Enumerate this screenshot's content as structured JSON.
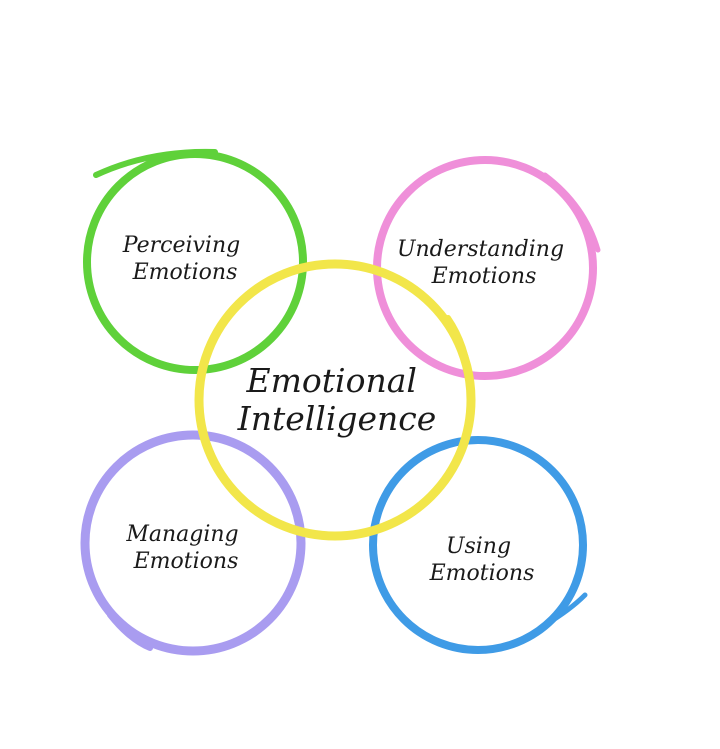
{
  "center": {
    "line1": "Emotional",
    "line2": "Intelligence",
    "color": "#f2e64a"
  },
  "nodes": [
    {
      "id": "perceiving",
      "line1": "Perceiving",
      "line2": "Emotions",
      "color": "#5fd13a"
    },
    {
      "id": "understanding",
      "line1": "Understanding",
      "line2": "Emotions",
      "color": "#ef8fd9"
    },
    {
      "id": "managing",
      "line1": "Managing",
      "line2": "Emotions",
      "color": "#a99cf0"
    },
    {
      "id": "using",
      "line1": "Using",
      "line2": "Emotions",
      "color": "#3f9be6"
    }
  ]
}
